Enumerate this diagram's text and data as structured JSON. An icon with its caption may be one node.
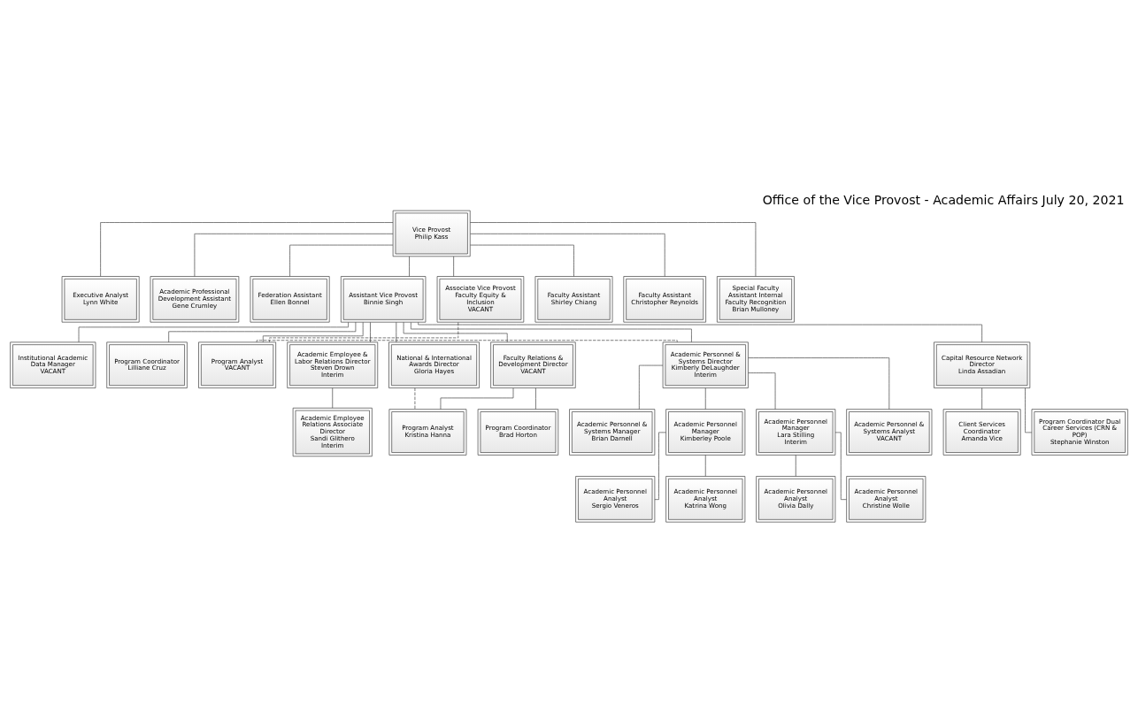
{
  "diagram": {
    "title": "Office of the Vice Provost - Academic Affairs July 20, 2021",
    "nodes": [
      {
        "text": [
          "Vice Provost",
          "Philip Kass"
        ]
      },
      {
        "text": [
          "Executive Analyst",
          "Lynn White"
        ]
      },
      {
        "text": [
          "Academic Professional Development Assistant",
          "Gene Crumley"
        ]
      },
      {
        "text": [
          "Federation Assistant",
          "Ellen Bonnel"
        ]
      },
      {
        "text": [
          "Assistant Vice Provost",
          "Binnie Singh"
        ]
      },
      {
        "text": [
          "Associate Vice Provost Faculty Equity & Inclusion",
          "VACANT"
        ]
      },
      {
        "text": [
          "Faculty Assistant",
          "Shirley Chiang"
        ]
      },
      {
        "text": [
          "Faculty Assistant",
          "Christopher Reynolds"
        ]
      },
      {
        "text": [
          "Special Faculty Assistant Internal Faculty Recognition",
          "Brian Mulloney"
        ]
      },
      {
        "text": [
          "Institutional Academic Data Manager",
          "VACANT"
        ]
      },
      {
        "text": [
          "Program Coordinator",
          "Lilliane Cruz"
        ]
      },
      {
        "text": [
          "Program Analyst",
          "VACANT"
        ]
      },
      {
        "text": [
          "Academic Employee & Labor Relations Director",
          "Steven Drown",
          "Interim"
        ]
      },
      {
        "text": [
          "National & International Awards Director",
          "Gloria Hayes"
        ]
      },
      {
        "text": [
          "Faculty Relations & Development Director",
          "VACANT"
        ]
      },
      {
        "text": [
          "Academic Personnel & Systems Director",
          "Kimberly DeLaughder",
          "Interim"
        ]
      },
      {
        "text": [
          "Capital Resource Network Director",
          "Linda Assadian"
        ]
      },
      {
        "text": [
          "Academic Employee Relations Associate Director",
          "Sandi Glithero",
          "Interim"
        ]
      },
      {
        "text": [
          "Program Analyst",
          "Kristina Hanna"
        ]
      },
      {
        "text": [
          "Program Coordinator",
          "Brad Horton"
        ]
      },
      {
        "text": [
          "Academic Personnel & Systems Manager",
          "Brian Darnell"
        ]
      },
      {
        "text": [
          "Academic Personnel Manager",
          "Kimberley Poole"
        ]
      },
      {
        "text": [
          "Academic Personnel Manager",
          "Lara Stilling",
          "Interim"
        ]
      },
      {
        "text": [
          "Client Services Coordinator",
          "Amanda Vice"
        ]
      },
      {
        "text": [
          "Program Coordinator Dual Career Services (CRN & POP)",
          "Stephanie Winston"
        ]
      },
      {
        "text": [
          "Academic Personnel & Systems Analyst",
          "VACANT"
        ]
      },
      {
        "text": [
          "Academic Personnel Analyst",
          "Sergio Veneros"
        ]
      },
      {
        "text": [
          "Academic Personnel Analyst",
          "Katrina Wong"
        ]
      },
      {
        "text": [
          "Academic Personnel Analyst",
          "Olivia Dally"
        ]
      },
      {
        "text": [
          "Academic Personnel Analyst",
          "Christine Wolle"
        ]
      }
    ],
    "edges": [
      {
        "from": 0,
        "to": 1,
        "arrow": "none"
      },
      {
        "from": 0,
        "to": 2,
        "arrow": "none"
      },
      {
        "from": 0,
        "to": 3,
        "arrow": "none"
      },
      {
        "from": 0,
        "to": 4,
        "arrow": "none"
      },
      {
        "from": 0,
        "to": 5,
        "arrow": "none"
      },
      {
        "from": 0,
        "to": 6,
        "arrow": "none"
      },
      {
        "from": 0,
        "to": 7,
        "arrow": "none"
      },
      {
        "from": 0,
        "to": 8,
        "arrow": "none"
      },
      {
        "from": 4,
        "to": 9,
        "arrow": "none"
      },
      {
        "from": 4,
        "to": 10,
        "arrow": "none"
      },
      {
        "from": 4,
        "to": 11,
        "arrow": "none"
      },
      {
        "from": 5,
        "to": 11,
        "arrow": "none",
        "style": "dashed"
      },
      {
        "from": 4,
        "to": 12,
        "arrow": "none"
      },
      {
        "from": 4,
        "to": 13,
        "arrow": "none"
      },
      {
        "from": 4,
        "to": 14,
        "arrow": "none"
      },
      {
        "from": 4,
        "to": 15,
        "arrow": "none"
      },
      {
        "from": 4,
        "to": 16,
        "arrow": "none"
      },
      {
        "from": 11,
        "to": 15,
        "arrow": "none",
        "style": "dashed"
      },
      {
        "from": 12,
        "to": 17,
        "arrow": "none"
      },
      {
        "from": 13,
        "to": 18,
        "arrow": "none",
        "style": "dashed"
      },
      {
        "from": 14,
        "to": 18,
        "arrow": "none"
      },
      {
        "from": 14,
        "to": 19,
        "arrow": "none"
      },
      {
        "from": 15,
        "to": 20,
        "arrow": "none"
      },
      {
        "from": 15,
        "to": 21,
        "arrow": "none"
      },
      {
        "from": 15,
        "to": 22,
        "arrow": "none"
      },
      {
        "from": 16,
        "to": 23,
        "arrow": "none"
      },
      {
        "from": 16,
        "to": 24,
        "arrow": "none"
      },
      {
        "from": 15,
        "to": 25,
        "arrow": "none"
      },
      {
        "from": 21,
        "to": 26,
        "arrow": "none"
      },
      {
        "from": 21,
        "to": 27,
        "arrow": "none"
      },
      {
        "from": 22,
        "to": 28,
        "arrow": "none"
      },
      {
        "from": 22,
        "to": 29,
        "arrow": "none"
      }
    ]
  }
}
